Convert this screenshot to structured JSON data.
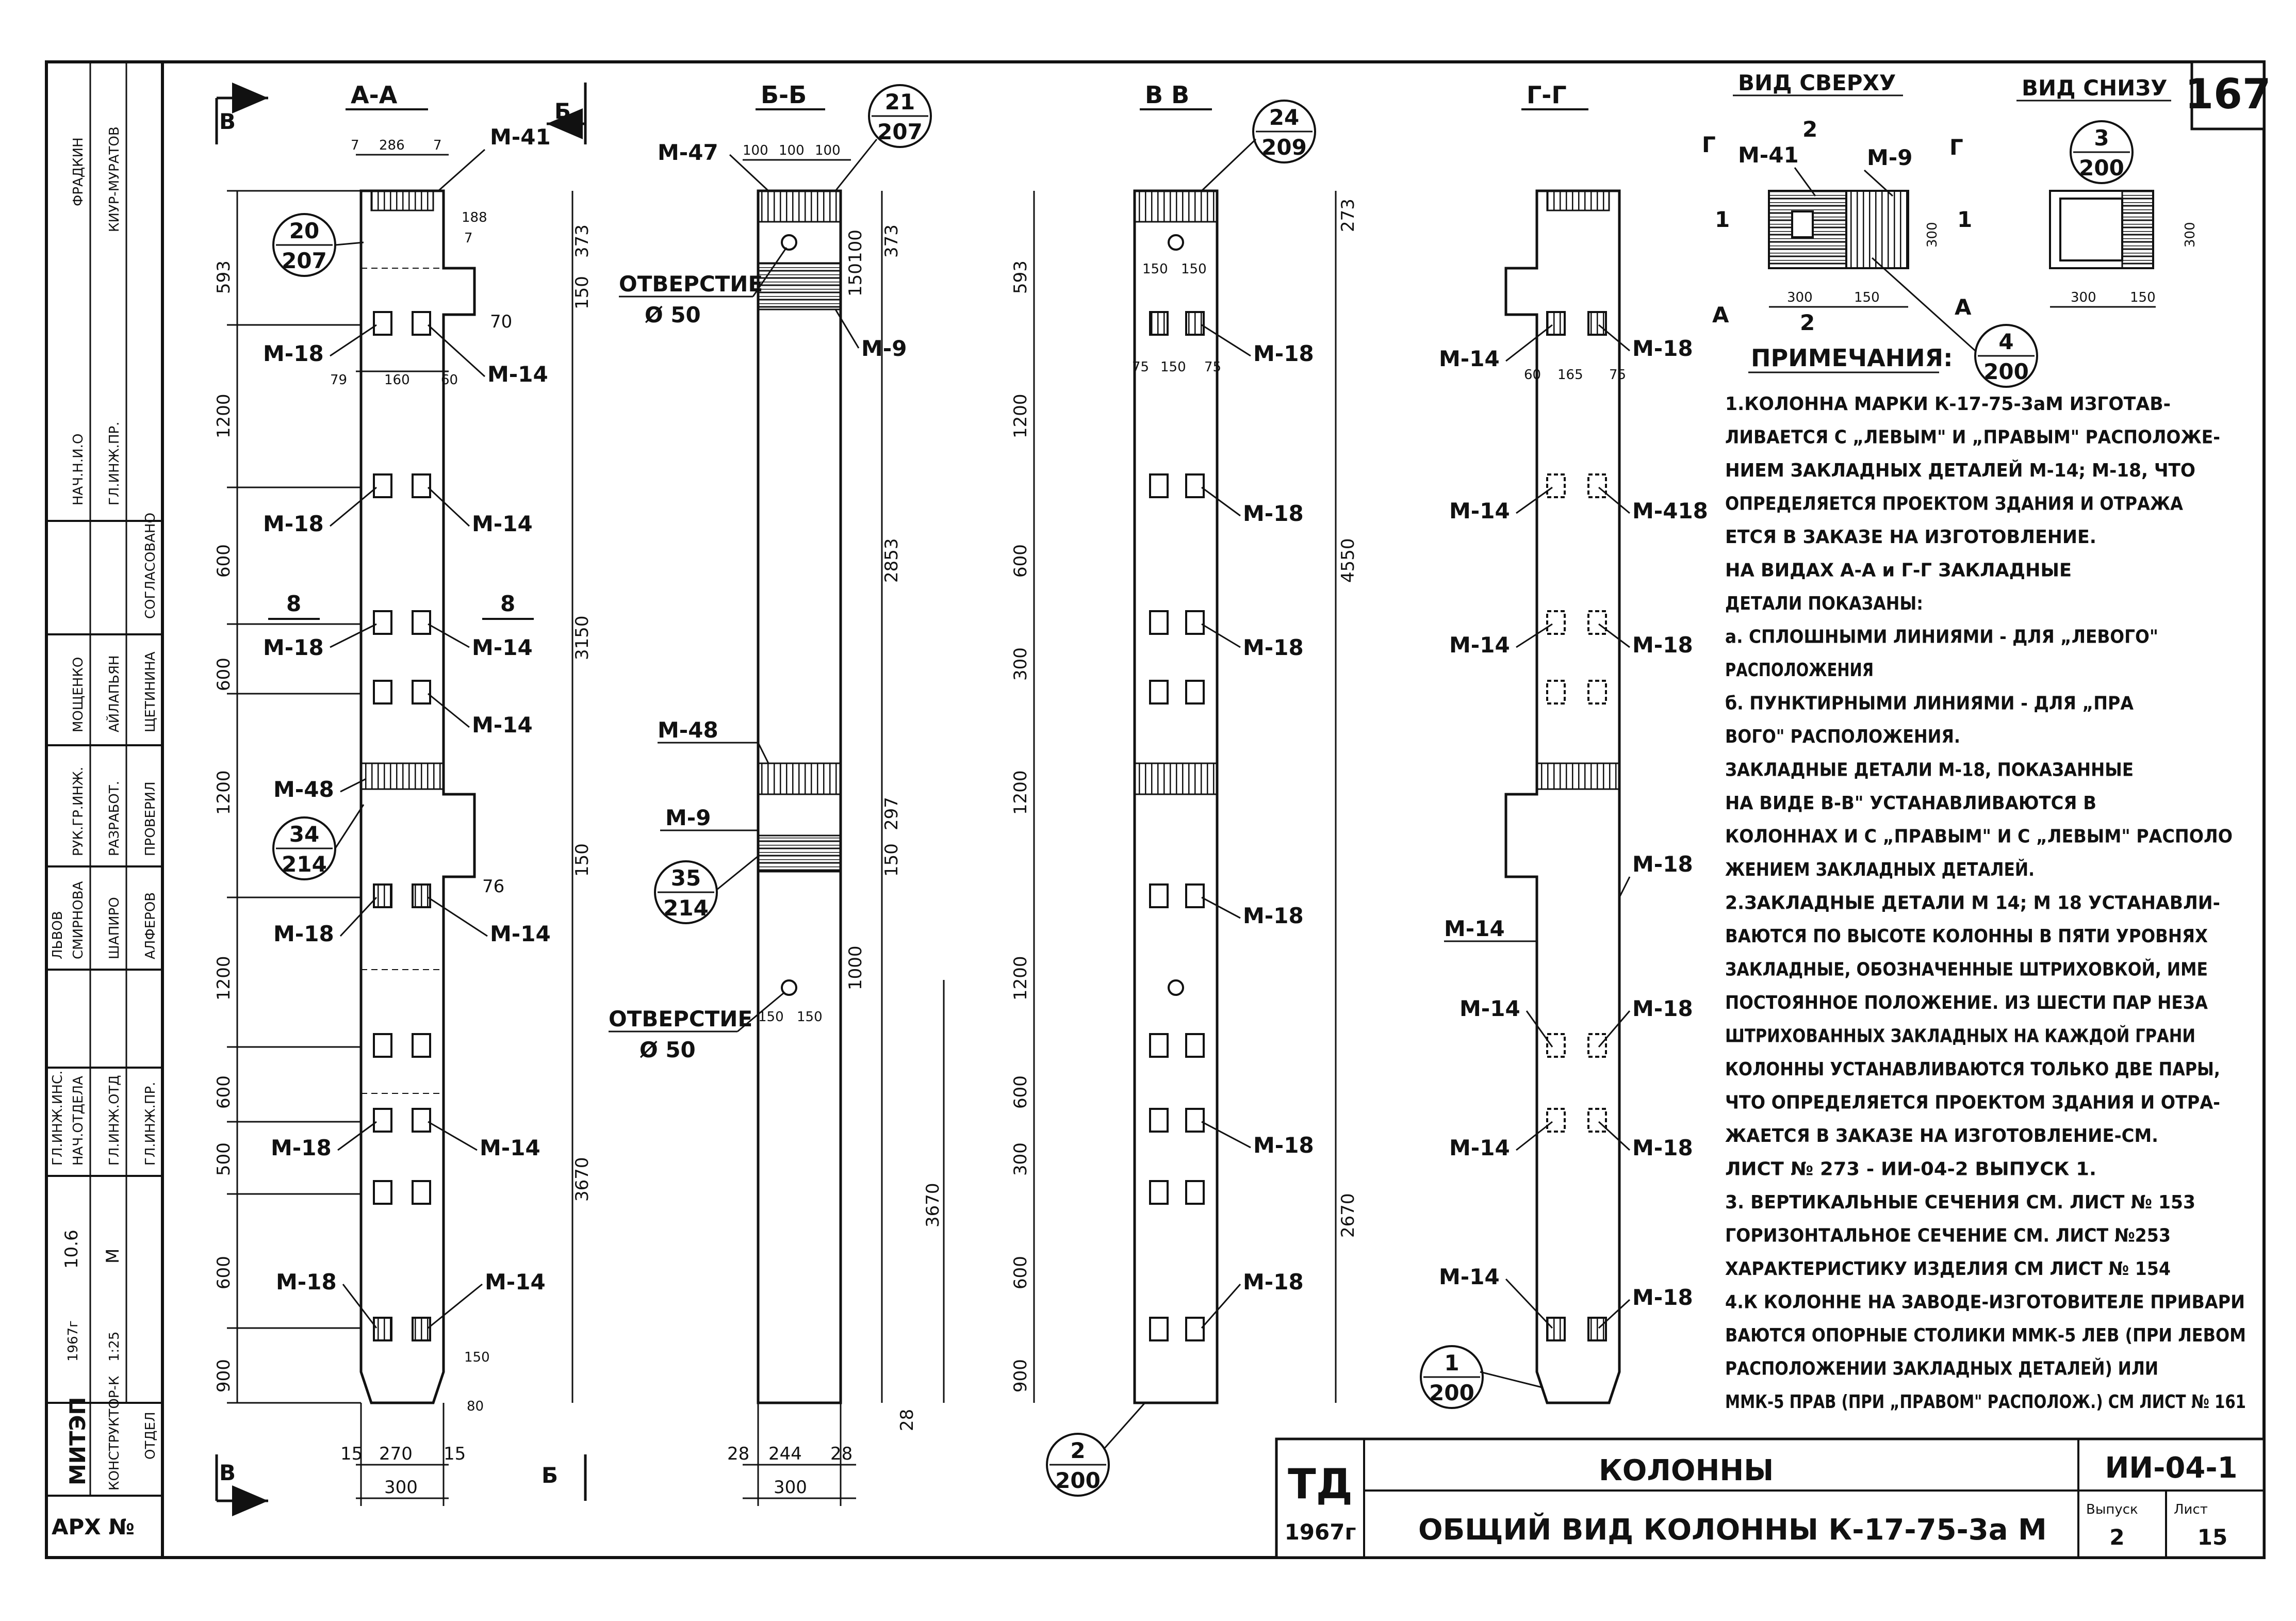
{
  "sheet_no": "167",
  "sections": {
    "aa": "А-А",
    "bb": "Б-Б",
    "vv": "В В",
    "gg": "Г-Г",
    "top_view": "ВИД СВЕРХУ",
    "bottom_view": "ВИД СНИЗУ"
  },
  "cut_letters": {
    "v": "В",
    "b": "Б",
    "g": "Г",
    "a": "А",
    "one": "1",
    "two": "2",
    "eight": "8"
  },
  "parts": {
    "m41": "М-41",
    "m47": "М-47",
    "m9": "М-9",
    "m18": "М-18",
    "m14": "М-14",
    "m48": "М-48",
    "m418": "М-418",
    "m48b": "М-48"
  },
  "openings": {
    "label": "ОТВЕРСТИЕ",
    "dia": "Ø 50",
    "label2": "ОТВЕРСТИЕ",
    "dia2": "Ø 50"
  },
  "callouts": [
    {
      "top": "20",
      "bottom": "207"
    },
    {
      "top": "21",
      "bottom": "207"
    },
    {
      "top": "24",
      "bottom": "209"
    },
    {
      "top": "34",
      "bottom": "214"
    },
    {
      "top": "35",
      "bottom": "214"
    },
    {
      "top": "2",
      "bottom": "200"
    },
    {
      "top": "1",
      "bottom": "200"
    },
    {
      "top": "3",
      "bottom": "200"
    },
    {
      "top": "4",
      "bottom": "200"
    }
  ],
  "dims": {
    "aa_left": [
      "593",
      "1200",
      "600",
      "600",
      "1200",
      "1200",
      "600",
      "500",
      "600",
      "900"
    ],
    "aa_right": [
      "373",
      "150",
      "70",
      "3150",
      "150",
      "76",
      "3670"
    ],
    "aa_top": [
      "7",
      "286",
      "7",
      "188",
      "7"
    ],
    "aa_mid": [
      "79",
      "160",
      "60"
    ],
    "aa_bottom": [
      "15",
      "270",
      "15",
      "300"
    ],
    "aa_side": [
      "150",
      "80"
    ],
    "bb_top": [
      "100",
      "100",
      "100"
    ],
    "bb_right": [
      "100",
      "150",
      "373",
      "2853",
      "297",
      "150",
      "1000"
    ],
    "bb_mid": [
      "150",
      "150"
    ],
    "bb_bottom": [
      "28",
      "244",
      "28",
      "300",
      "28"
    ],
    "vv_left": [
      "593",
      "1200",
      "600",
      "300",
      "1200",
      "1200",
      "600",
      "300",
      "600",
      "900"
    ],
    "vv_right": [
      "273",
      "4550",
      "3670",
      "2670"
    ],
    "vv_mid": [
      "150",
      "150",
      "75",
      "150",
      "75"
    ],
    "gg_mid": [
      "60",
      "165",
      "75"
    ],
    "top_view_dims": [
      "300",
      "150",
      "300"
    ],
    "bottom_view_dims": [
      "300",
      "150",
      "300"
    ]
  },
  "notes": {
    "heading": "ПРИМЕЧАНИЯ:",
    "lines": [
      "1.КОЛОННА МАРКИ К-17-75-3аМ ИЗГОТАВ-",
      "ЛИВАЕТСЯ С „ЛЕВЫМ\" И „ПРАВЫМ\" РАСПОЛОЖЕ-",
      "НИЕМ ЗАКЛАДНЫХ ДЕТАЛЕЙ М-14; М-18, ЧТО",
      "ОПРЕДЕЛЯЕТСЯ ПРОЕКТОМ ЗДАНИЯ И ОТРАЖА",
      "ЕТСЯ В ЗАКАЗЕ НА ИЗГОТОВЛЕНИЕ.",
      "НА ВИДАХ А-А и Г-Г ЗАКЛАДНЫЕ",
      "ДЕТАЛИ ПОКАЗАНЫ:",
      "а. СПЛОШНЫМИ ЛИНИЯМИ - ДЛЯ „ЛЕВОГО\"",
      "РАСПОЛОЖЕНИЯ",
      "б. ПУНКТИРНЫМИ ЛИНИЯМИ - ДЛЯ „ПРА",
      "ВОГО\" РАСПОЛОЖЕНИЯ.",
      "ЗАКЛАДНЫЕ ДЕТАЛИ М-18, ПОКАЗАННЫЕ",
      "НА ВИДЕ В-В\" УСТАНАВЛИВАЮТСЯ В",
      "КОЛОННАХ И С „ПРАВЫМ\" И С „ЛЕВЫМ\" РАСПОЛО",
      "ЖЕНИЕМ ЗАКЛАДНЫХ ДЕТАЛЕЙ.",
      "2.ЗАКЛАДНЫЕ ДЕТАЛИ М 14; М 18 УСТАНАВЛИ-",
      "ВАЮТСЯ ПО ВЫСОТЕ КОЛОННЫ В ПЯТИ УРОВНЯХ",
      "ЗАКЛАДНЫЕ, ОБОЗНАЧЕННЫЕ ШТРИХОВКОЙ, ИМЕ",
      "ПОСТОЯННОЕ ПОЛОЖЕНИЕ. ИЗ ШЕСТИ ПАР НЕЗА",
      "ШТРИХОВАННЫХ ЗАКЛАДНЫХ НА КАЖДОЙ ГРАНИ",
      "КОЛОННЫ УСТАНАВЛИВАЮТСЯ ТОЛЬКО ДВЕ ПАРЫ,",
      "ЧТО ОПРЕДЕЛЯЕТСЯ ПРОЕКТОМ ЗДАНИЯ И ОТРА-",
      "ЖАЕТСЯ В ЗАКАЗЕ НА ИЗГОТОВЛЕНИЕ-СМ.",
      "ЛИСТ № 273 - ИИ-04-2 ВЫПУСК 1.",
      "3. ВЕРТИКАЛЬНЫЕ СЕЧЕНИЯ СМ. ЛИСТ № 153",
      "ГОРИЗОНТАЛЬНОЕ СЕЧЕНИЕ СМ. ЛИСТ №253",
      "ХАРАКТЕРИСТИКУ ИЗДЕЛИЯ СМ ЛИСТ № 154",
      "4.К КОЛОННЕ НА ЗАВОДЕ-ИЗГОТОВИТЕЛЕ ПРИВАРИ",
      "ВАЮТСЯ ОПОРНЫЕ СТОЛИКИ ММК-5 ЛЕВ (ПРИ ЛЕВОМ",
      "РАСПОЛОЖЕНИИ ЗАКЛАДНЫХ ДЕТАЛЕЙ) ИЛИ",
      "ММК-5 ПРАВ (ПРИ „ПРАВОМ\" РАСПОЛОЖ.) СМ ЛИСТ № 161"
    ]
  },
  "title_block": {
    "org": "ТД",
    "year": "1967г",
    "title1": "КОЛОННЫ",
    "title2": "ОБЩИЙ ВИД КОЛОННЫ К-17-75-3а М",
    "series": "ИИ-04-1",
    "issue_label": "Выпуск",
    "issue": "2",
    "sheet_label": "Лист",
    "sheet": "15"
  },
  "side_stamp": {
    "rows": [
      [
        "ФРАДКИН",
        "КИУР-МУРАТОВ"
      ],
      [
        "НАЧ.Н.И.О",
        "ГЛ.ИНЖ.ПР."
      ],
      [
        "СОГЛАСОВАНО"
      ],
      [
        "МОЩЕНКО",
        "АЙЛАПЬЯН",
        "ЩЕТИНИНА"
      ],
      [
        "РУК.ГР.ИНЖ.",
        "РАЗРАБОТ.",
        "ПРОВЕРИЛ"
      ],
      [
        "ЛЬВОВ",
        "СМИРНОВА",
        "ШАПИРО",
        "АЛФЕРОВ"
      ],
      [
        "ГЛ.ИНЖ.ИНС.",
        "НАЧ.ОТДЕЛА",
        "ГЛ.ИНЖ.ОТД",
        "ГЛ.ИНЖ.ПР."
      ],
      [
        "10.6",
        "1967г",
        "М",
        "1:25"
      ],
      [
        "МИТЭП",
        "КОНСТРУКТОР-К",
        "ОТДЕЛ"
      ]
    ],
    "arch": "АРХ №"
  },
  "colors": {
    "ink": "#111111",
    "paper": "#ffffff"
  }
}
